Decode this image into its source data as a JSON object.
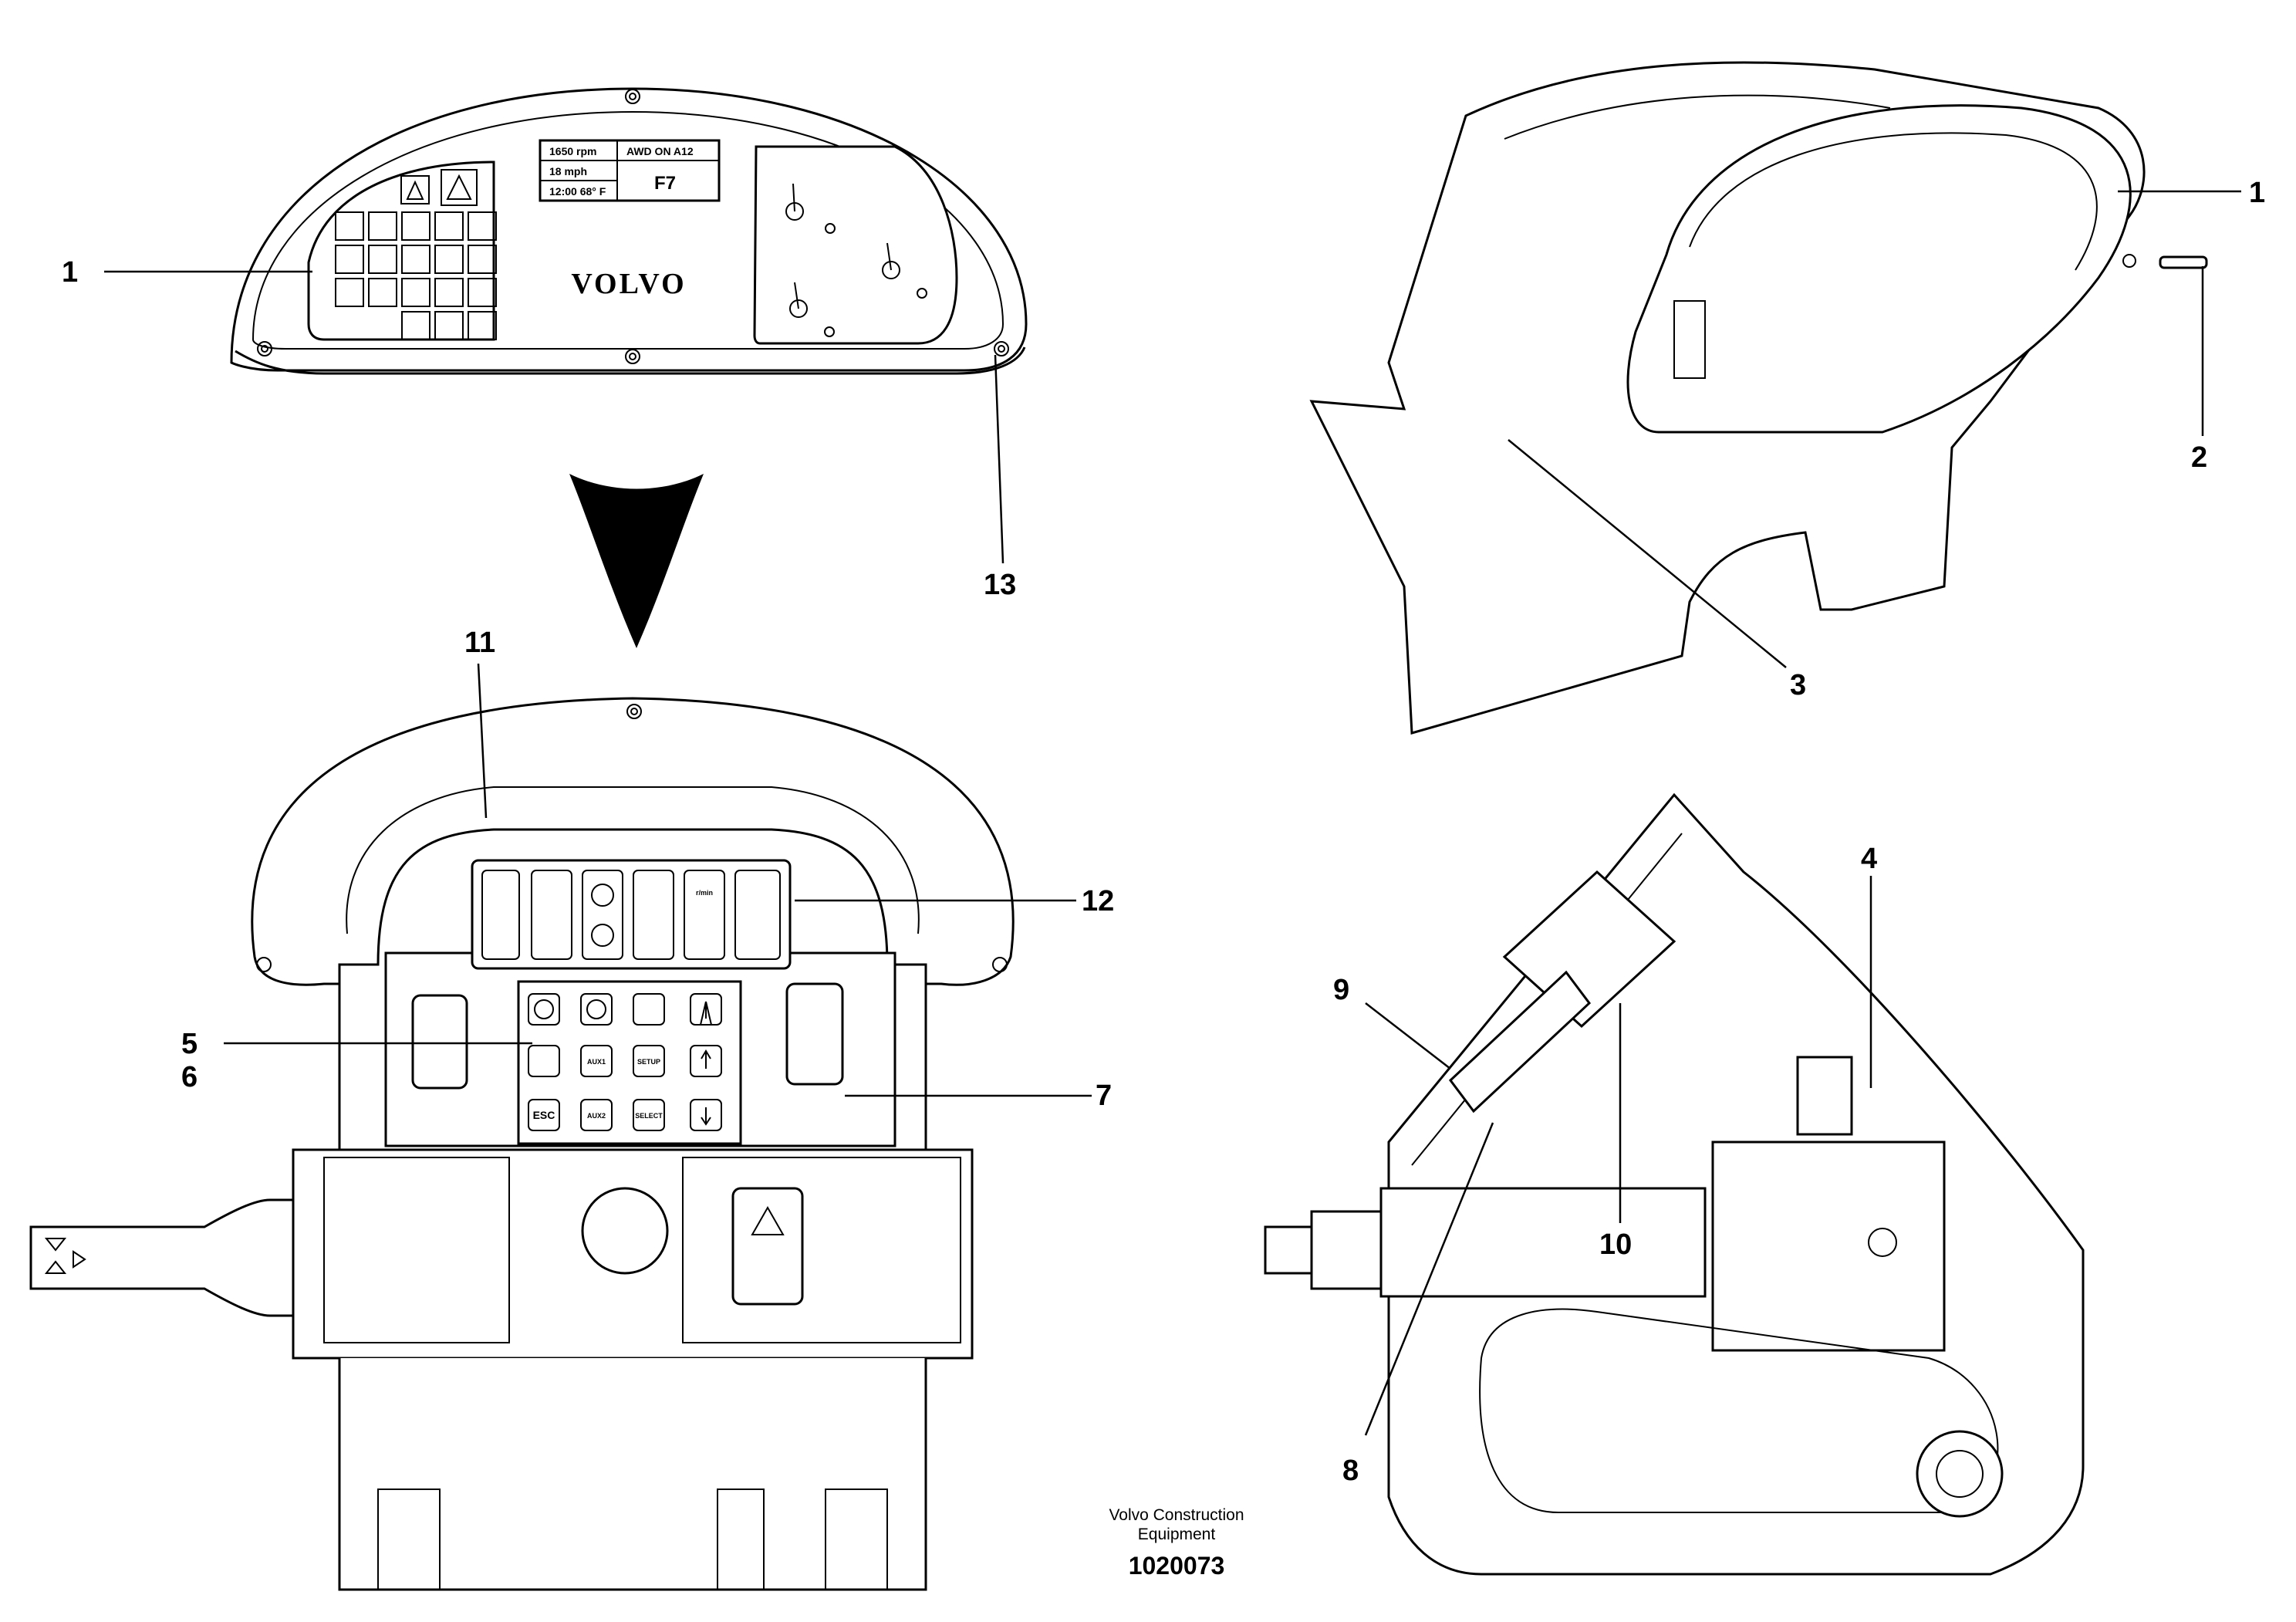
{
  "brand": {
    "logo": "VOLVO"
  },
  "display": {
    "rpm": "1650 rpm",
    "mode": "AWD  ON  A12",
    "speed": "18 mph",
    "time_temp": "12:00  68° F",
    "code": "F7"
  },
  "keypad": {
    "keys": [
      "",
      "",
      "",
      "",
      "",
      "AUX1",
      "SETUP",
      "",
      "ESC",
      "AUX2",
      "SELECT",
      ""
    ]
  },
  "switch_panel": {
    "label": "r/min"
  },
  "callouts": [
    "1",
    "13",
    "11",
    "12",
    "5",
    "6",
    "7",
    "1",
    "2",
    "3",
    "4",
    "9",
    "10",
    "8"
  ],
  "caption": {
    "line1": "Volvo Construction",
    "line2": "Equipment",
    "number": "1020073"
  }
}
